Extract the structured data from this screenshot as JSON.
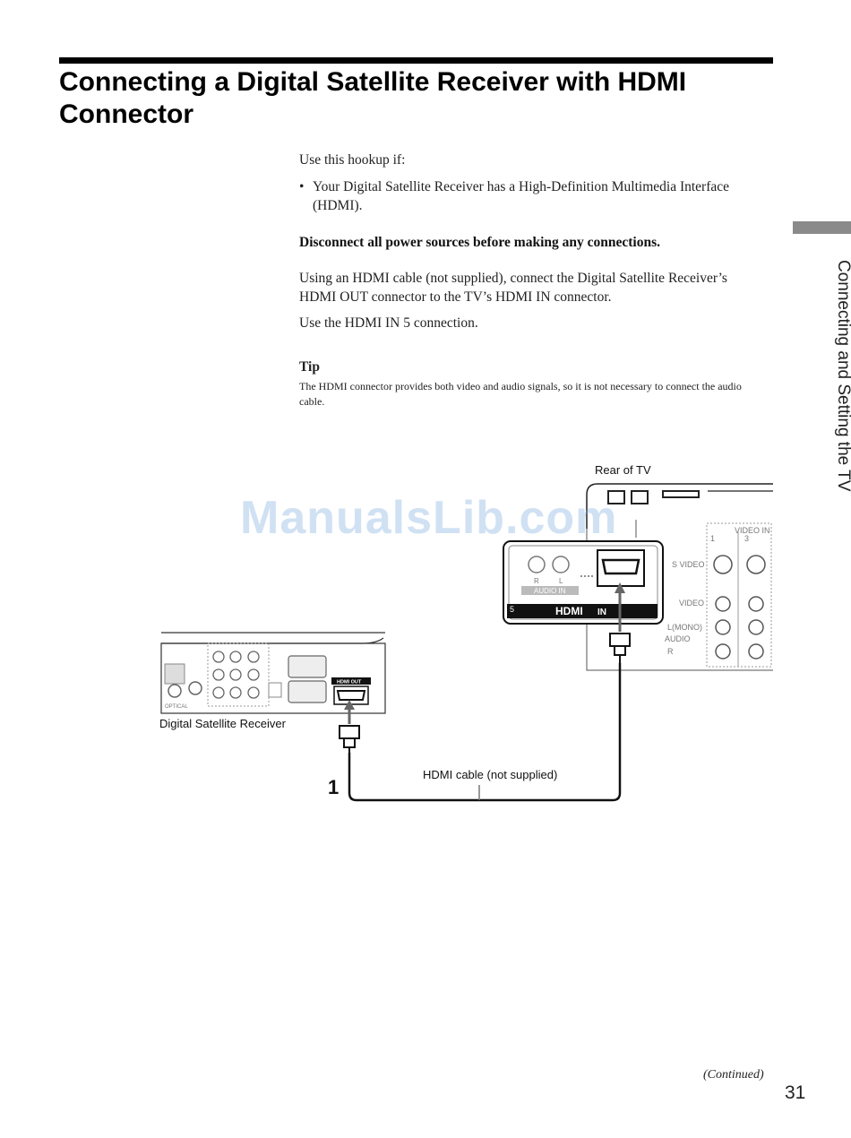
{
  "title": "Connecting a Digital Satellite Receiver with HDMI Connector",
  "intro": "Use this hookup if:",
  "bullet": "Your Digital Satellite Receiver has a High-Definition Multimedia Interface (HDMI).",
  "bullet_marker": "•",
  "warning": "Disconnect all power sources before making any connections.",
  "para1": "Using an HDMI cable (not supplied), connect the Digital Satellite Receiver’s HDMI OUT connector to the TV’s HDMI IN connector.",
  "para2": "Use the HDMI IN 5 connection.",
  "tip_heading": "Tip",
  "tip_text": "The HDMI connector provides both video and audio signals, so it is not necessary to connect the audio cable.",
  "side_tab": "Connecting and Setting the TV",
  "diagram": {
    "rear_of_tv": "Rear of TV",
    "receiver_label": "Digital Satellite Receiver",
    "cable_label": "HDMI cable (not supplied)",
    "step_number": "1",
    "hdmi_logo": "HDMI",
    "hdmi_in": "IN",
    "hdmi_port_number": "5",
    "audio_in": "AUDIO IN",
    "audio_r": "R",
    "audio_l": "L",
    "video_in": "VIDEO IN",
    "video_in_1": "1",
    "video_in_3": "3",
    "s_video": "S VIDEO",
    "video": "VIDEO",
    "l_mono": "L(MONO)",
    "audio": "AUDIO",
    "r": "R",
    "hdmi_out": "HDMI OUT",
    "optical": "OPTICAL"
  },
  "watermark": "ManualsLib.com",
  "continued": "(Continued)",
  "page_number": "31"
}
